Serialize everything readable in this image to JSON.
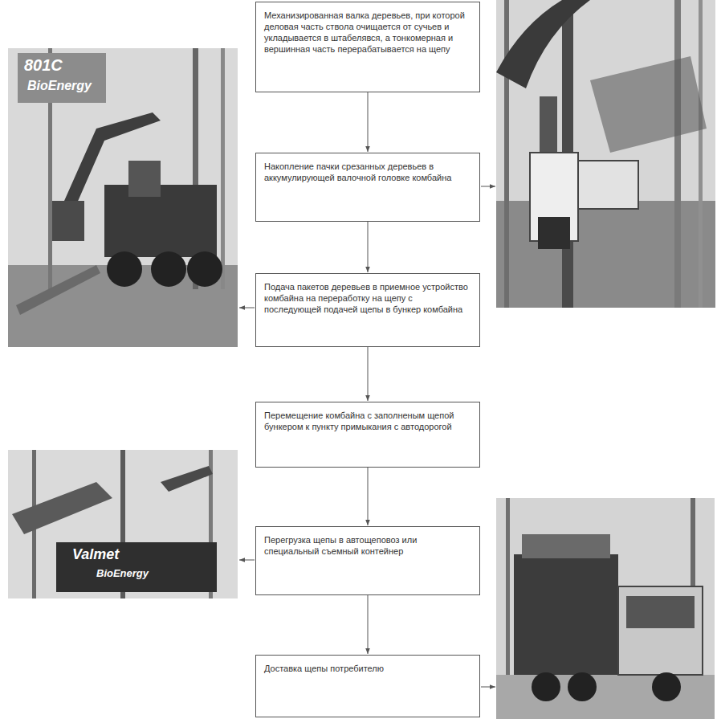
{
  "diagram": {
    "nodes": [
      {
        "text": [
          "Механизированная валка деревьев, при которой деловая часть ствола очищается от сучьев и укладывается в штабелявся, а тонкомерная и вершинная часть перерабатывается на щепу"
        ]
      },
      {
        "text": [
          "Накопление пачки срезанных деревьев в аккумулирующей валочной головке комбайна"
        ]
      },
      {
        "text": [
          "Подача пакетов деревьев в приемное устройство комбайна на переработку на щепу с последующей подачей щепы в бункер комбайна"
        ]
      },
      {
        "text": [
          "Перемещение комбайна с заполненым щепой бункером к пункту примыкания с автодорогой"
        ]
      },
      {
        "text": [
          "Перегрузка щепы в автощеповоз или специальный съемный контейнер"
        ]
      },
      {
        "text": [
          "Доставка щепы потребителю"
        ]
      }
    ],
    "edges": [
      {
        "from": 0,
        "to": 1,
        "arrow": "to"
      },
      {
        "from": 1,
        "to": 2,
        "arrow": "to"
      },
      {
        "from": 2,
        "to": 3,
        "arrow": "to"
      },
      {
        "from": 3,
        "to": 4,
        "arrow": "to"
      },
      {
        "from": 4,
        "to": 5,
        "arrow": "to"
      }
    ],
    "labels": [
      "801C",
      "BioEnergy",
      "Valmet",
      "BioEnergy"
    ]
  }
}
